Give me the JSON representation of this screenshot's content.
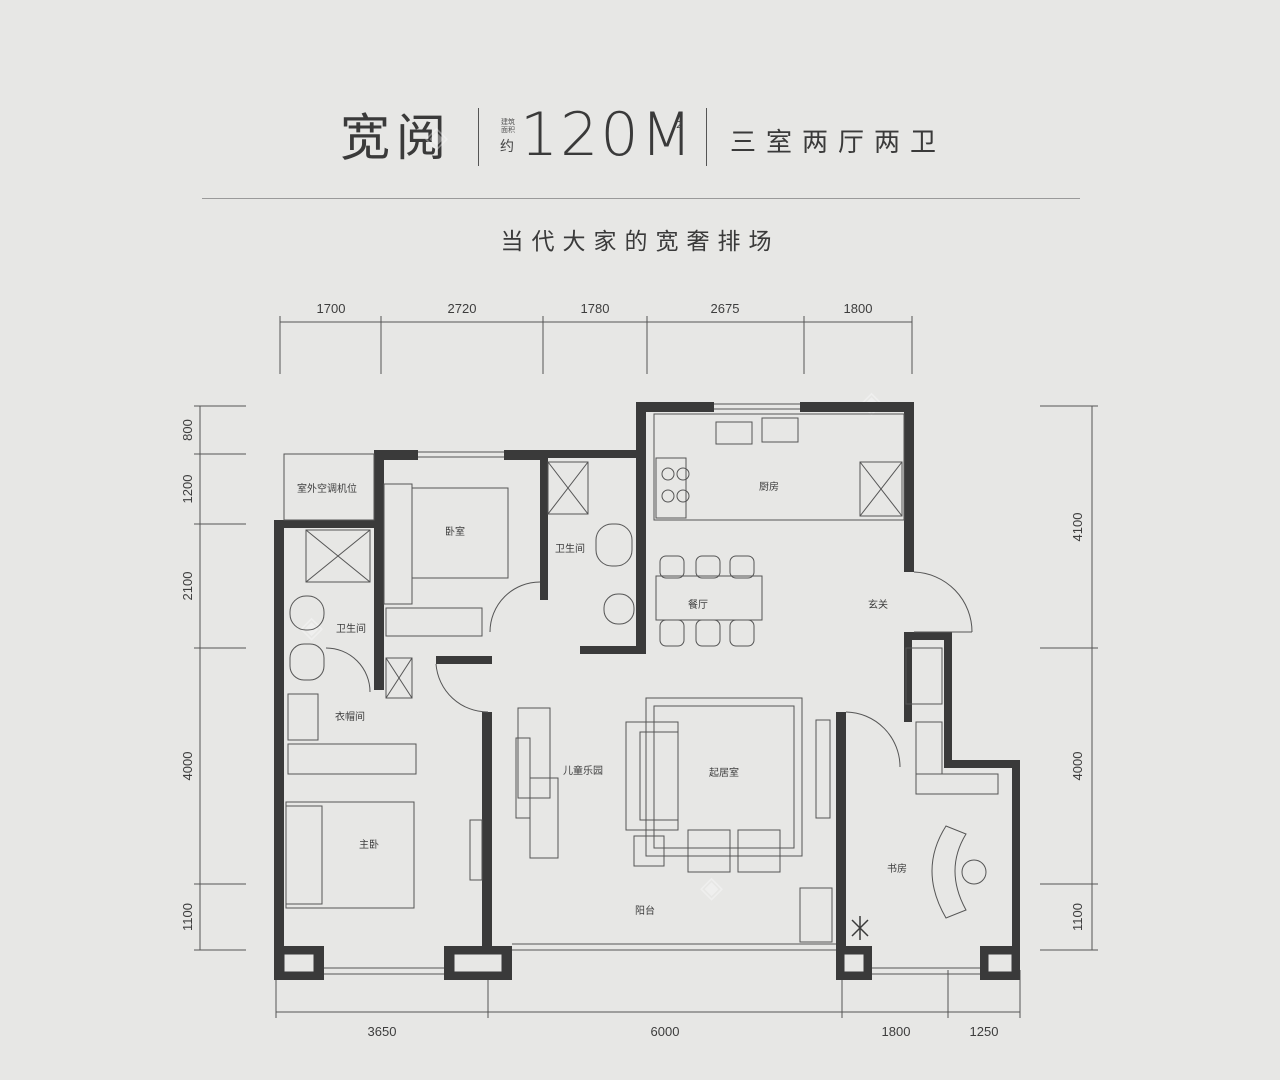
{
  "header": {
    "name": "宽阅",
    "area_label": "建筑面积",
    "approx": "约",
    "area_value": "120M",
    "area_superscript": "2",
    "layout_type": "三室两厅两卫",
    "tagline": "当代大家的宽奢排场"
  },
  "dimensions": {
    "top": [
      "1700",
      "2720",
      "1780",
      "2675",
      "1800"
    ],
    "bottom": [
      "3650",
      "6000",
      "1800",
      "1250"
    ],
    "left": [
      "800",
      "1200",
      "2100",
      "4000",
      "1100"
    ],
    "right": [
      "4100",
      "4000",
      "1100"
    ]
  },
  "rooms": {
    "ac_unit": "室外空调机位",
    "bedroom": "卧室",
    "bathroom_1": "卫生间",
    "bathroom_2": "卫生间",
    "kitchen": "厨房",
    "dining": "餐厅",
    "foyer": "玄关",
    "closet": "衣帽间",
    "kids_area": "儿童乐园",
    "living_room": "起居室",
    "master_bedroom": "主卧",
    "study": "书房",
    "balcony": "阳台"
  },
  "colors": {
    "background": "#e7e7e5",
    "wall": "#3a3a3a",
    "furniture": "#555555"
  }
}
